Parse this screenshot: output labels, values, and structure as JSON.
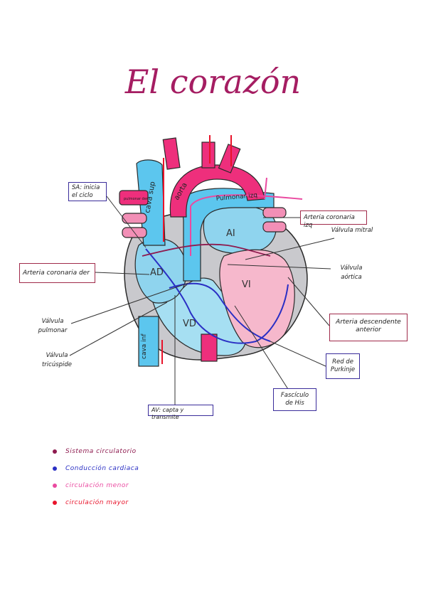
{
  "title": "El corazón",
  "chambers": {
    "ai": "AI",
    "ad": "AD",
    "vi": "VI",
    "vd": "VD"
  },
  "vessels": {
    "cava_sup": "cava sup",
    "cava_inf": "cava inf",
    "aorta": "aorta",
    "pulmonar_izq": "Pulmonar izq",
    "pulmonar_der": "pulmonar der"
  },
  "boxes": {
    "sa": "SA: inicia el ciclo",
    "arteria_coronaria_der": "Arteria coronaria der",
    "arteria_coronaria_izq": "Arteria coronaria izq",
    "arteria_descendente": "Arteria descendente anterior",
    "red_purkinje": "Red de Purkinje",
    "fasciculo_his": "Fascículo de His",
    "av": "AV: capta y transmite"
  },
  "labels": {
    "valvula_mitral": "Válvula mitral",
    "valvula_aortica": "Válvula aórtica",
    "valvula_pulmonar": "Válvula pulmonar",
    "valvula_tricuspide": "Válvula tricúspide"
  },
  "legend": [
    {
      "label": "Sistema circulatorio",
      "color": "#8e1b4f"
    },
    {
      "label": "Conducción cardiaca",
      "color": "#2a2fc4"
    },
    {
      "label": "circulación menor",
      "color": "#ea4aa0"
    },
    {
      "label": "circulación mayor",
      "color": "#e8132a"
    }
  ]
}
